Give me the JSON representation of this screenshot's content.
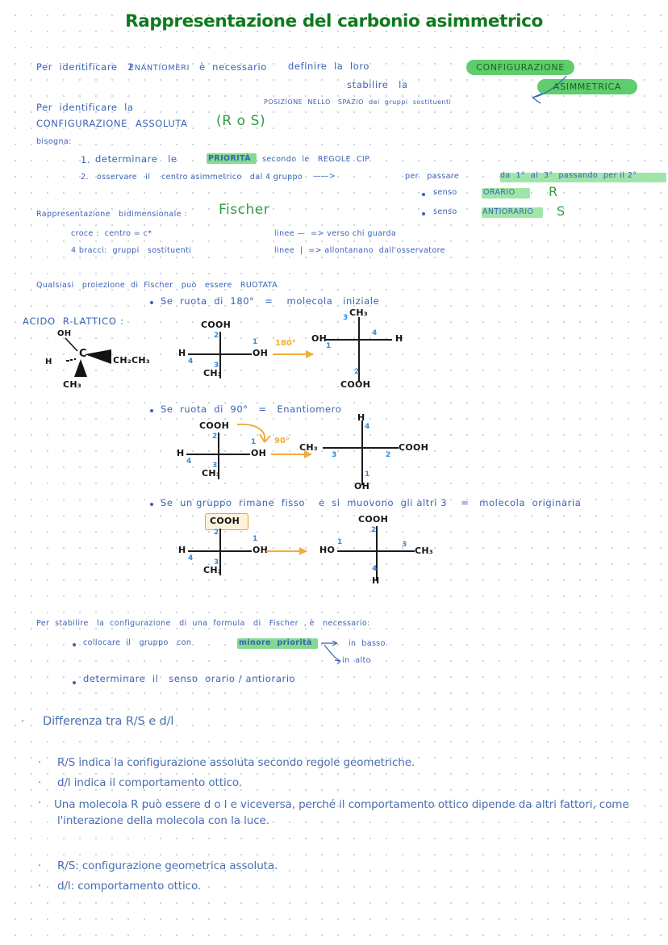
{
  "document": {
    "title": "Rappresentazione del carbonio asimmetrico",
    "page_background": "#ffffff",
    "dot_grid_color": "#c9d4e6",
    "ink_blue": "#3a62b5",
    "ink_green": "#2f9e41",
    "highlight_green": "#8fe09a",
    "pill_green": "#5fcc6d",
    "locant_blue": "#2f8ce0",
    "accent_orange": "#f0ad3c",
    "typed_blue": "#4a6fb0"
  },
  "intro": {
    "line1_a": "Per  identificare   2",
    "line1_b": "ENANTIOMERI",
    "line1_c": "è  necessario",
    "line1_d": "definire  la  loro",
    "pill_configurazione": "CONFIGURAZIONE",
    "line2": "stabilire   la",
    "pill_asimmetrica": "ASIMMETRICA",
    "caption_small": "POSIZIONE  NELLO   SPAZIO  dei  gruppi  sostituenti",
    "line3": "Per  identificare  la",
    "line4_a": "CONFIGURAZIONE",
    "line4_b": "ASSOLUTA",
    "line4_c": "(R o S)",
    "line5": "bisogna:"
  },
  "steps": {
    "item1_num": "1.",
    "item1_a": "determinare   le",
    "item1_hl": "PRIORITÀ",
    "item1_b": "secondo  le   REGOLE  CIP",
    "item2_num": "2.",
    "item2_a": "osservare   il    centro asimmetrico   dal 4 gruppo",
    "item2_arrow": "——>",
    "item2_b": "per   passare",
    "item2_hl": "da  1°  al  3°  passando  per il 2°"
  },
  "senso": {
    "row1_label": "senso",
    "row1_hl": "ORARIO",
    "row1_letter": "R",
    "row2_label": "senso",
    "row2_hl": "ANTIORARIO",
    "row2_letter": "S"
  },
  "fischer_def": {
    "line_a": "Rappresentazione   bidimensionale :",
    "line_a_green": "Fischer",
    "croce": "croce :  centro = c*",
    "bracci": "4 bracci:  gruppi   sostituenti",
    "linee_h": "linee —  => verso chi guarda",
    "linee_v": "linee  |  => allontanano  dall'osservatore"
  },
  "rotations": {
    "intro": "Qualsiasi   proiezione  di  Fischer   può   essere   RUOTATA",
    "b1": "Se  ruota  di  180°   =    molecola   iniziale",
    "b2": "Se  ruota  di  90°   =   Enantiomero",
    "b3": "Se  un gruppo  rimane  fisso    e  si  muovono  gli altri 3    =   molecola  originaria"
  },
  "acid3d": {
    "caption": "ACIDO  R-LATTICO :",
    "oh": "OH",
    "h": "H",
    "c": "C",
    "ch2ch3": "CH₂CH₃",
    "ch3": "CH₃"
  },
  "fischer_diagrams": [
    {
      "id": "d1-left",
      "top_label": "COOH",
      "top_num": "2",
      "left_label": "H",
      "left_num": "4",
      "right_label": "OH",
      "right_num": "1",
      "bottom_label": "CH₃",
      "bottom_num": "3",
      "arrow_label": "180°"
    },
    {
      "id": "d1-right",
      "top_label": "CH₃",
      "top_num": "3",
      "left_label": "OH",
      "left_num": "1",
      "right_label": "H",
      "right_num": "4",
      "bottom_label": "COOH",
      "bottom_num": "2",
      "arrow_label": ""
    },
    {
      "id": "d2-left",
      "top_label": "COOH",
      "top_num": "2",
      "left_label": "H",
      "left_num": "4",
      "right_label": "OH",
      "right_num": "1",
      "bottom_label": "CH₃",
      "bottom_num": "3",
      "arrow_label": "90°"
    },
    {
      "id": "d2-right",
      "top_label": "H",
      "top_num": "4",
      "left_label": "CH₃",
      "left_num": "3",
      "right_label": "COOH",
      "right_num": "2",
      "bottom_label": "OH",
      "bottom_num": "1",
      "arrow_label": ""
    },
    {
      "id": "d3-left",
      "top_label": "COOH",
      "top_num": "2",
      "left_label": "H",
      "left_num": "4",
      "right_label": "OH",
      "right_num": "1",
      "bottom_label": "CH₃",
      "bottom_num": "3",
      "arrow_label": ""
    },
    {
      "id": "d3-right",
      "top_label": "COOH",
      "top_num": "2",
      "left_label": "HO",
      "left_num": "1",
      "right_label": "CH₃",
      "right_num": "3",
      "bottom_label": "H",
      "bottom_num": "4",
      "arrow_label": ""
    }
  ],
  "config_rules": {
    "line1": "Per  stabilire   la  configurazione   di  una  formula   di   Fischer  , è   necessario:",
    "b1_a": "collocare  il   gruppo   con",
    "b1_hl": "minore  priorità",
    "b1_branch1": "in  basso",
    "b1_branch2": "in  alto",
    "b2": "determinare  il   senso  orario / antiorario"
  },
  "typed_section": {
    "heading": "Differenza tra R/S e d/l",
    "bullets": [
      "R/S indica la configurazione assoluta secondo regole geometriche.",
      "d/l indica il comportamento ottico.",
      "Una molecola R può essere d o l e viceversa, perché il comportamento ottico dipende da altri fattori, come l'interazione della molecola con la luce."
    ],
    "summary": [
      "R/S: configurazione geometrica assoluta.",
      "d/l: comportamento ottico."
    ],
    "bullet_glyph": "·"
  }
}
